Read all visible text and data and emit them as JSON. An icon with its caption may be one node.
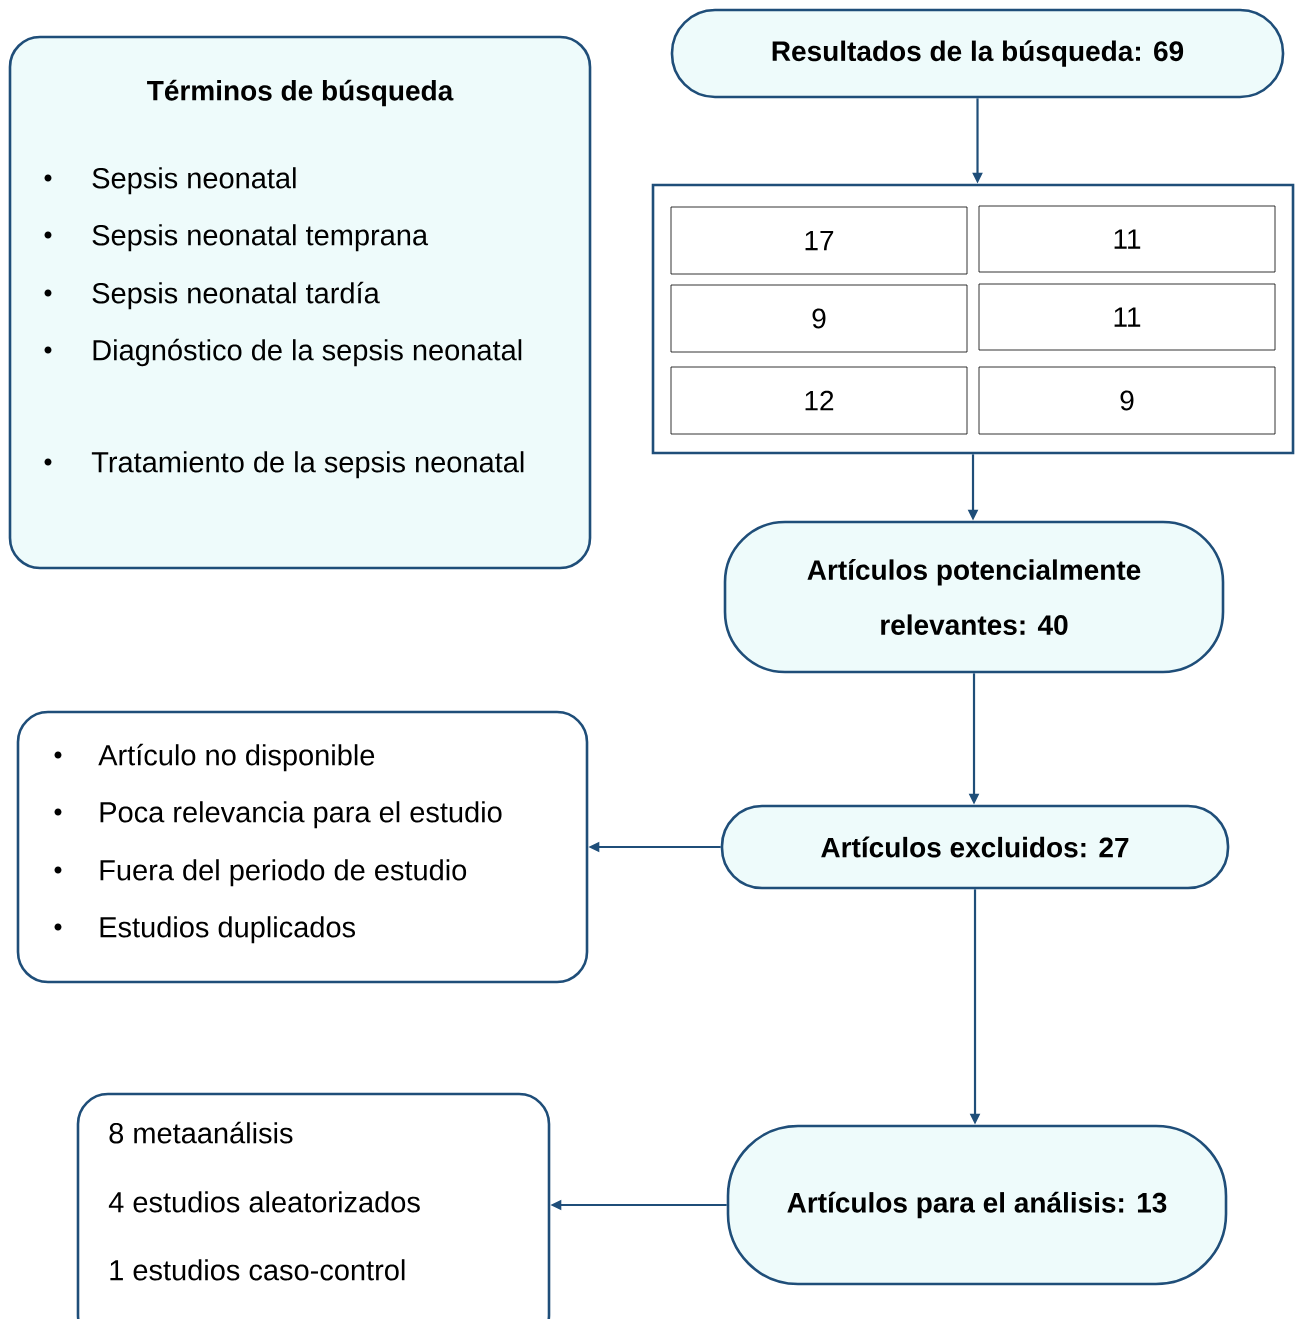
{
  "diagram": {
    "nodes": [
      {
        "text": [
          "Términos de búsqueda",
          "Sepsis neonatal",
          "Sepsis neonatal temprana",
          "Sepsis neonatal tardía",
          "Diagnóstico de la sepsis neonatal",
          "Tratamiento de la sepsis neonatal"
        ]
      },
      {
        "text": [
          "Resultados de la búsqueda: 69"
        ]
      },
      {
        "text": [],
        "shape": "box"
      },
      {
        "text": [
          "17"
        ],
        "in": 2
      },
      {
        "text": [
          "11"
        ],
        "in": 2
      },
      {
        "text": [
          "9"
        ],
        "in": 2
      },
      {
        "text": [
          "11"
        ],
        "in": 2
      },
      {
        "text": [
          "12"
        ],
        "in": 2
      },
      {
        "text": [
          "9"
        ],
        "in": 2
      },
      {
        "text": [
          "Artículos potencialmente relevantes: 40"
        ]
      },
      {
        "text": [
          "Artículos excluidos: 27"
        ]
      },
      {
        "text": [
          "Artículo no disponible",
          "Poca relevancia para el estudio",
          "Fuera del periodo de estudio",
          "Estudios duplicados"
        ]
      },
      {
        "text": [
          "Artículos para el análisis: 13"
        ]
      },
      {
        "text": [
          "8 metaanálisis",
          "4 estudios aleatorizados",
          "1 estudios caso-control"
        ]
      }
    ],
    "edges": [
      {
        "from": 1,
        "to": 2,
        "arrow": "to"
      },
      {
        "from": 2,
        "to": 9,
        "arrow": "to"
      },
      {
        "from": 9,
        "to": 10,
        "arrow": "to"
      },
      {
        "from": 10,
        "to": 11,
        "arrow": "to"
      },
      {
        "from": 10,
        "to": 12,
        "arrow": "to"
      },
      {
        "from": 12,
        "to": 13,
        "arrow": "to"
      }
    ]
  }
}
